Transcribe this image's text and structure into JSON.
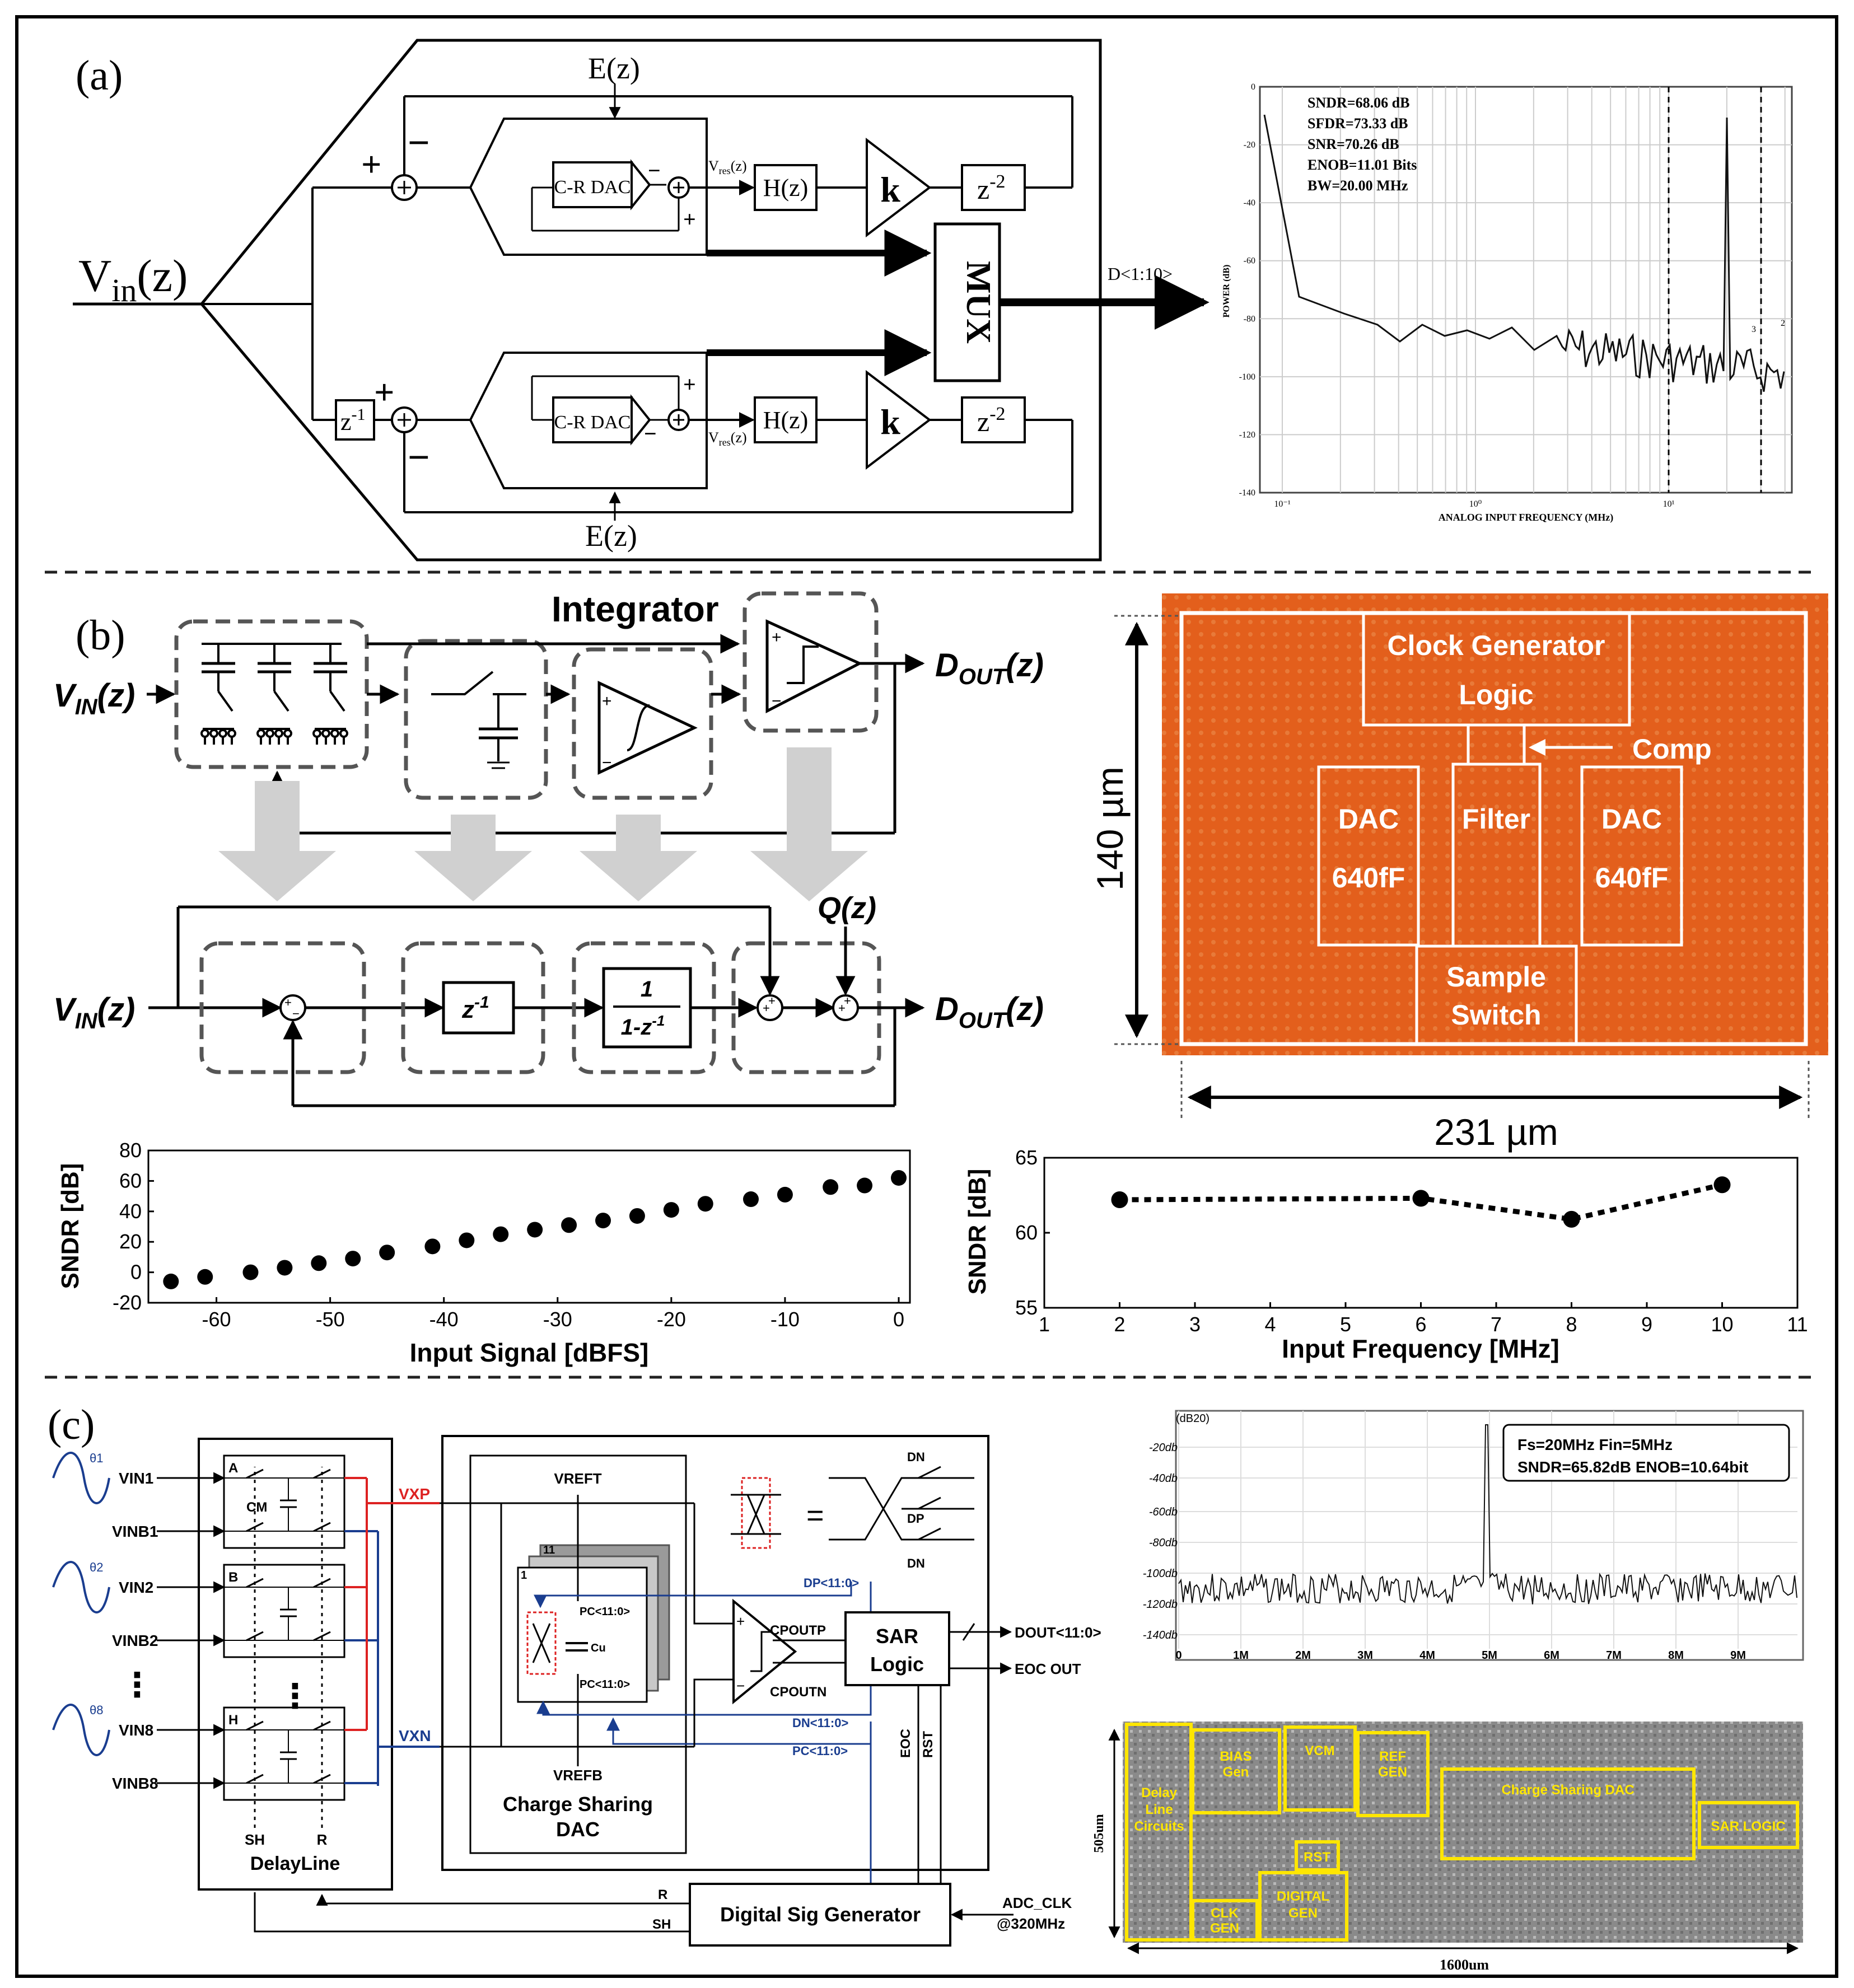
{
  "panel_a": {
    "label": "(a)",
    "vin": "V",
    "vin_sub": "in",
    "vin_tail": "(z)",
    "ez_top": "E(z)",
    "ez_bottom": "E(z)",
    "dac_label": "C-R DAC",
    "vres": "V",
    "vres_sub": "res",
    "vres_tail": "(z)",
    "hz": "H(z)",
    "k": "k",
    "z2": "z",
    "z2_exp": "-2",
    "z1": "z",
    "z1_exp": "-1",
    "mux": "MUX",
    "dout": "D<1:10>",
    "plus": "+",
    "minus": "−",
    "spectrum": {
      "annotations": [
        "SNDR=68.06 dB",
        "SFDR=73.33 dB",
        "SNR=70.26 dB",
        "ENOB=11.01 Bits",
        "BW=20.00 MHz"
      ],
      "ylabel": "POWER (dB)",
      "xlabel": "ANALOG INPUT FREQUENCY (MHz)",
      "yticks": [
        "0",
        "-20",
        "-40",
        "-60",
        "-80",
        "-100",
        "-120",
        "-140"
      ],
      "xticks": [
        "10⁻¹",
        "10⁰",
        "10¹"
      ],
      "harmonic_labels": [
        "3",
        "2"
      ]
    }
  },
  "panel_b": {
    "label": "(b)",
    "integrator": "Integrator",
    "vin_top": "V",
    "vin_sub": "IN",
    "vin_tail": "(z)",
    "dout": "D",
    "dout_sub": "OUT",
    "dout_tail": "(z)",
    "qz": "Q(z)",
    "zinv": "z",
    "zinv_exp": "-1",
    "tf_num": "1",
    "tf_den": "1-z",
    "tf_den_exp": "-1",
    "die": {
      "clock": "Clock Generator",
      "logic": "Logic",
      "comp": "Comp",
      "dac_left": "DAC",
      "dac_left_val": "640fF",
      "filter": "Filter",
      "dac_right": "DAC",
      "dac_right_val": "640fF",
      "sample": "Sample",
      "switch": "Switch",
      "height": "140 µm",
      "width": "231 µm"
    }
  },
  "chart_data": [
    {
      "type": "scatter",
      "xlabel": "Input Signal  [dBFS]",
      "ylabel": "SNDR  [dB]",
      "xlim": [
        -65,
        0
      ],
      "ylim": [
        -20,
        80
      ],
      "xticks": [
        -60,
        -50,
        -40,
        -30,
        -20,
        -10,
        0
      ],
      "yticks": [
        80,
        60,
        40,
        20,
        0,
        -20
      ],
      "grid": false,
      "x": [
        -64,
        -61,
        -57,
        -54,
        -51,
        -48,
        -45,
        -41,
        -38,
        -35,
        -32,
        -29,
        -26,
        -23,
        -20,
        -17,
        -13,
        -10,
        -6,
        -3,
        0
      ],
      "y": [
        -6,
        -3,
        0,
        3,
        6,
        9,
        13,
        17,
        21,
        25,
        28,
        31,
        34,
        37,
        41,
        45,
        48,
        51,
        56,
        57,
        62
      ]
    },
    {
      "type": "line",
      "xlabel": "Input Frequency  [MHz]",
      "ylabel": "SNDR  [dB]",
      "xlim": [
        1,
        11
      ],
      "ylim": [
        55,
        65
      ],
      "xticks": [
        1,
        2,
        3,
        4,
        5,
        6,
        7,
        8,
        9,
        10,
        11
      ],
      "yticks": [
        65,
        60,
        55
      ],
      "grid": false,
      "line_style": "dotted",
      "x": [
        2,
        6,
        8,
        10
      ],
      "y": [
        62.2,
        62.3,
        60.9,
        63.2
      ]
    }
  ],
  "panel_c": {
    "label": "(c)",
    "phases": [
      {
        "theta": "θ1",
        "vin": "VIN1",
        "vinb": "VINB1",
        "cell": "A"
      },
      {
        "theta": "θ2",
        "vin": "VIN2",
        "vinb": "VINB2",
        "cell": "B"
      },
      {
        "theta": "θ8",
        "vin": "VIN8",
        "vinb": "VINB8",
        "cell": "H"
      }
    ],
    "cm": "CM",
    "sh": "SH",
    "r": "R",
    "delayline": "DelayLine",
    "vxp": "VXP",
    "vxn": "VXN",
    "vreft": "VREFT",
    "vrefb": "VREFB",
    "cs_dac_1": "Charge Sharing",
    "cs_dac_2": "DAC",
    "pc_top": "PC<11:0>",
    "pc_bot": "PC<11:0>",
    "cu": "Cu",
    "idx1": "1",
    "idx11": "11",
    "eq": "=",
    "dn": "DN",
    "dp": "DP",
    "dn2": "DN",
    "dp_bus": "DP<11:0>",
    "dn_bus": "DN<11:0>",
    "pc_bus": "PC<11:0>",
    "cpoutp": "CPOUTP",
    "cpoutn": "CPOUTN",
    "sar1": "SAR",
    "sar2": "Logic",
    "dout": "DOUT<11:0>",
    "eocout": "EOC OUT",
    "eoc": "EOC",
    "rst": "RST",
    "dsg": "Digital Sig Generator",
    "clk1": "ADC_CLK",
    "clk2": "@320MHz",
    "r_in": "R",
    "sh_in": "SH",
    "spectrum": {
      "unit": "(dB20)",
      "yticks": [
        "-20db",
        "-40db",
        "-60db",
        "-80db",
        "-100db",
        "-120db",
        "-140db"
      ],
      "xticks": [
        "0",
        "1M",
        "2M",
        "3M",
        "4M",
        "5M",
        "6M",
        "7M",
        "8M",
        "9M"
      ],
      "legend_1": "Fs=20MHz     Fin=5MHz",
      "legend_2": "SNDR=65.82dB  ENOB=10.64bit"
    },
    "die": {
      "delay": [
        "Delay",
        "Line",
        "Circuits"
      ],
      "bias": [
        "BIAS",
        "Gen"
      ],
      "vcm": "VCM",
      "ref": [
        "REF",
        "GEN"
      ],
      "csdac": "Charge Sharing DAC",
      "sar": "SAR LOGIC",
      "rst": "RST",
      "clk": [
        "CLK",
        "GEN"
      ],
      "digital": [
        "DIGITAL",
        "GEN"
      ],
      "height": "505um",
      "width": "1600um"
    }
  }
}
